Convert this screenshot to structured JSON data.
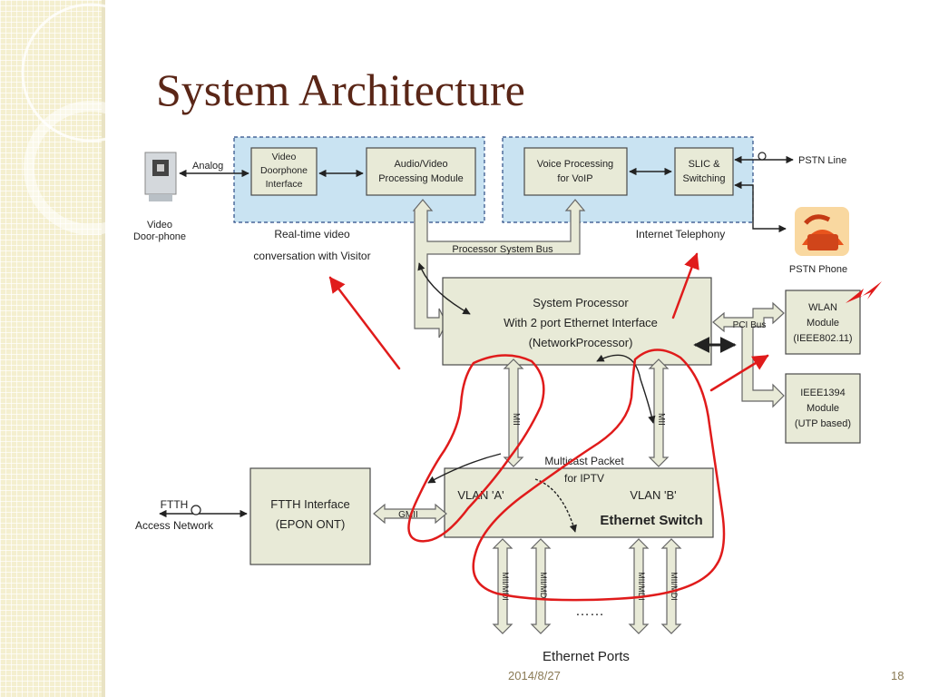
{
  "slide": {
    "title": "System Architecture",
    "date": "2014/8/27",
    "page_number": "18"
  },
  "colors": {
    "title": "#5a2617",
    "region_fill": "#c9e3f2",
    "box_fill": "#e8ead7",
    "annotation": "#e01b1b"
  },
  "diagram": {
    "video_doorphone": {
      "line1": "Video",
      "line2": "Door-phone"
    },
    "analog_label": "Analog",
    "vdi_box": {
      "line1": "Video",
      "line2": "Doorphone",
      "line3": "Interface"
    },
    "av_module": {
      "line1": "Audio/Video",
      "line2": "Processing Module"
    },
    "voice_box": {
      "line1": "Voice Processing",
      "line2": "for VoIP"
    },
    "slic_box": {
      "line1": "SLIC &",
      "line2": "Switching"
    },
    "pstn_line": "PSTN Line",
    "pstn_phone": "PSTN Phone",
    "realtime_caption": {
      "line1": "Real-time video",
      "line2": "conversation with Visitor"
    },
    "telephony_caption": "Internet Telephony",
    "processor_bus": "Processor System Bus",
    "system_processor": {
      "line1": "System Processor",
      "line2": "With 2 port Ethernet Interface",
      "line3": "(NetworkProcessor)"
    },
    "pci_bus": "PCI Bus",
    "wlan": {
      "line1": "WLAN",
      "line2": "Module",
      "line3": "(IEEE802.11)"
    },
    "ieee1394": {
      "line1": "IEEE1394",
      "line2": "Module",
      "line3": "(UTP based)"
    },
    "mii": "MII",
    "multicast": {
      "line1": "Multicast Packet",
      "line2": "for IPTV"
    },
    "vlan_a": "VLAN 'A'",
    "vlan_b": "VLAN 'B'",
    "ethernet_switch": "Ethernet Switch",
    "ftth_box": {
      "line1": "FTTH Interface",
      "line2": "(EPON ONT)"
    },
    "ftth_access": {
      "line1": "FTTH",
      "line2": "Access Network"
    },
    "gmii": "GMII",
    "mii_mdi": "MII/MDI",
    "dots": "……",
    "ethernet_ports": "Ethernet Ports"
  }
}
